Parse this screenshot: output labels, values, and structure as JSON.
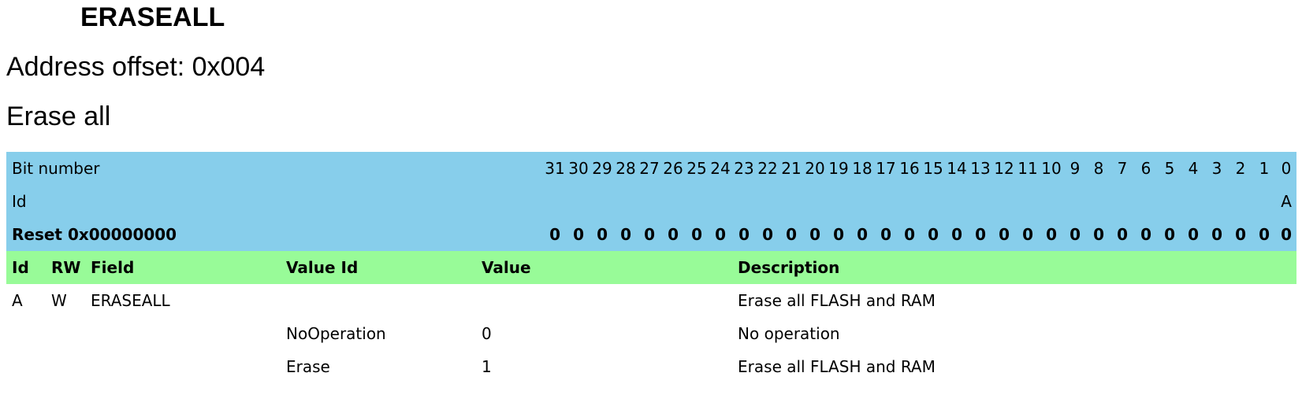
{
  "register": {
    "name": "ERASEALL",
    "address_offset": "Address offset: 0x004",
    "description": "Erase all"
  },
  "bit_table": {
    "bit_number_label": "Bit number",
    "bit_numbers": [
      "31",
      "30",
      "29",
      "28",
      "27",
      "26",
      "25",
      "24",
      "23",
      "22",
      "21",
      "20",
      "19",
      "18",
      "17",
      "16",
      "15",
      "14",
      "13",
      "12",
      "11",
      "10",
      "9",
      "8",
      "7",
      "6",
      "5",
      "4",
      "3",
      "2",
      "1",
      "0"
    ],
    "id_label": "Id",
    "ids": [
      "",
      "",
      "",
      "",
      "",
      "",
      "",
      "",
      "",
      "",
      "",
      "",
      "",
      "",
      "",
      "",
      "",
      "",
      "",
      "",
      "",
      "",
      "",
      "",
      "",
      "",
      "",
      "",
      "",
      "",
      "",
      "A"
    ],
    "reset_label": "Reset 0x00000000",
    "reset_values": [
      "0",
      "0",
      "0",
      "0",
      "0",
      "0",
      "0",
      "0",
      "0",
      "0",
      "0",
      "0",
      "0",
      "0",
      "0",
      "0",
      "0",
      "0",
      "0",
      "0",
      "0",
      "0",
      "0",
      "0",
      "0",
      "0",
      "0",
      "0",
      "0",
      "0",
      "0",
      "0"
    ]
  },
  "field_table": {
    "headers": {
      "id": "Id",
      "rw": "RW",
      "field": "Field",
      "value_id": "Value Id",
      "value": "Value",
      "description": "Description"
    },
    "rows": [
      {
        "id": "A",
        "rw": "W",
        "field": "ERASEALL",
        "value_id": "",
        "value": "",
        "description": "Erase all FLASH and RAM"
      },
      {
        "id": "",
        "rw": "",
        "field": "",
        "value_id": "NoOperation",
        "value": "0",
        "description": "No operation"
      },
      {
        "id": "",
        "rw": "",
        "field": "",
        "value_id": "Erase",
        "value": "1",
        "description": "Erase all FLASH and RAM"
      }
    ]
  }
}
